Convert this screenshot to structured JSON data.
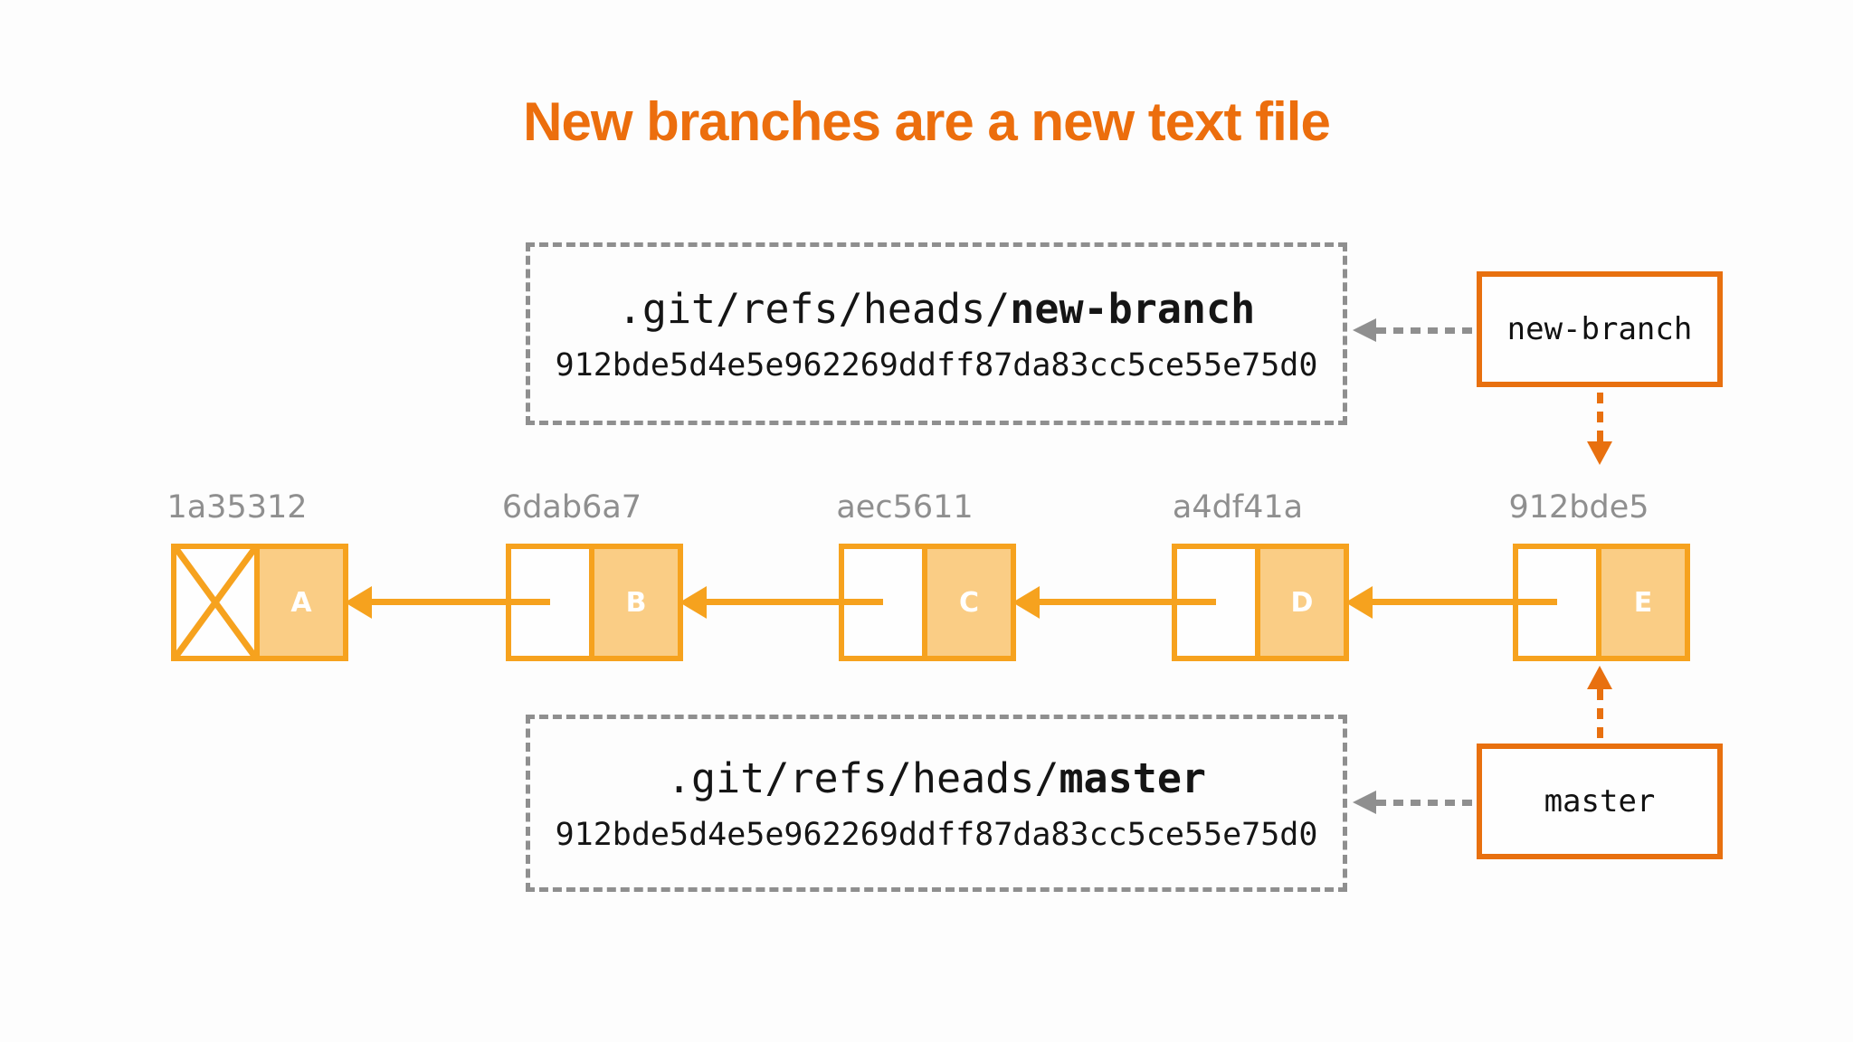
{
  "title": {
    "text": "New branches are a new text file"
  },
  "colors": {
    "title_orange": "#ec6e0d",
    "deep_orange": "#e8700f",
    "commit_orange": "#f6a21e",
    "commit_fill": "#facd85",
    "gray": "#8f8f8f",
    "label_gray": "#8f8f8f",
    "text_dark": "#151515",
    "background": "#fdfdfd"
  },
  "ref_files": {
    "new_branch": {
      "path_prefix": ".git/refs/heads/",
      "branch_bold": "new-branch",
      "hash": "912bde5d4e5e962269ddff87da83cc5ce55e75d0"
    },
    "master": {
      "path_prefix": ".git/refs/heads/",
      "branch_bold": "master",
      "hash": "912bde5d4e5e962269ddff87da83cc5ce55e75d0"
    }
  },
  "branch_tags": {
    "new_branch": "new-branch",
    "master": "master"
  },
  "commits": [
    {
      "id": "1a35312",
      "letter": "A",
      "deleted": true
    },
    {
      "id": "6dab6a7",
      "letter": "B",
      "deleted": false
    },
    {
      "id": "aec5611",
      "letter": "C",
      "deleted": false
    },
    {
      "id": "a4df41a",
      "letter": "D",
      "deleted": false
    },
    {
      "id": "912bde5",
      "letter": "E",
      "deleted": false
    }
  ]
}
